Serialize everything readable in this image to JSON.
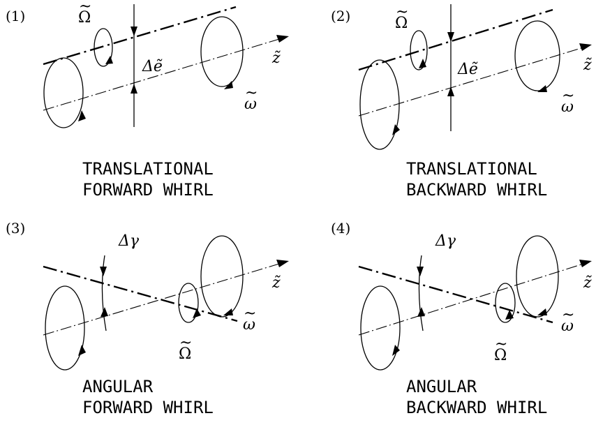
{
  "panels": [
    {
      "number": "(1)",
      "caption_line1": "TRANSLATIONAL",
      "caption_line2": "FORWARD WHIRL",
      "whirl_symbol": "Ω",
      "offset_symbol": "Δẽ",
      "axis_symbol": "z̃",
      "spin_symbol": "ω"
    },
    {
      "number": "(2)",
      "caption_line1": "TRANSLATIONAL",
      "caption_line2": "BACKWARD WHIRL",
      "whirl_symbol": "Ω",
      "offset_symbol": "Δẽ",
      "axis_symbol": "z̃",
      "spin_symbol": "ω"
    },
    {
      "number": "(3)",
      "caption_line1": "ANGULAR",
      "caption_line2": "FORWARD WHIRL",
      "whirl_symbol": "Ω",
      "offset_symbol": "Δγ",
      "axis_symbol": "z̃",
      "spin_symbol": "ω"
    },
    {
      "number": "(4)",
      "caption_line1": "ANGULAR",
      "caption_line2": "BACKWARD WHIRL",
      "whirl_symbol": "Ω",
      "offset_symbol": "Δγ",
      "axis_symbol": "z̃",
      "spin_symbol": "ω"
    }
  ]
}
